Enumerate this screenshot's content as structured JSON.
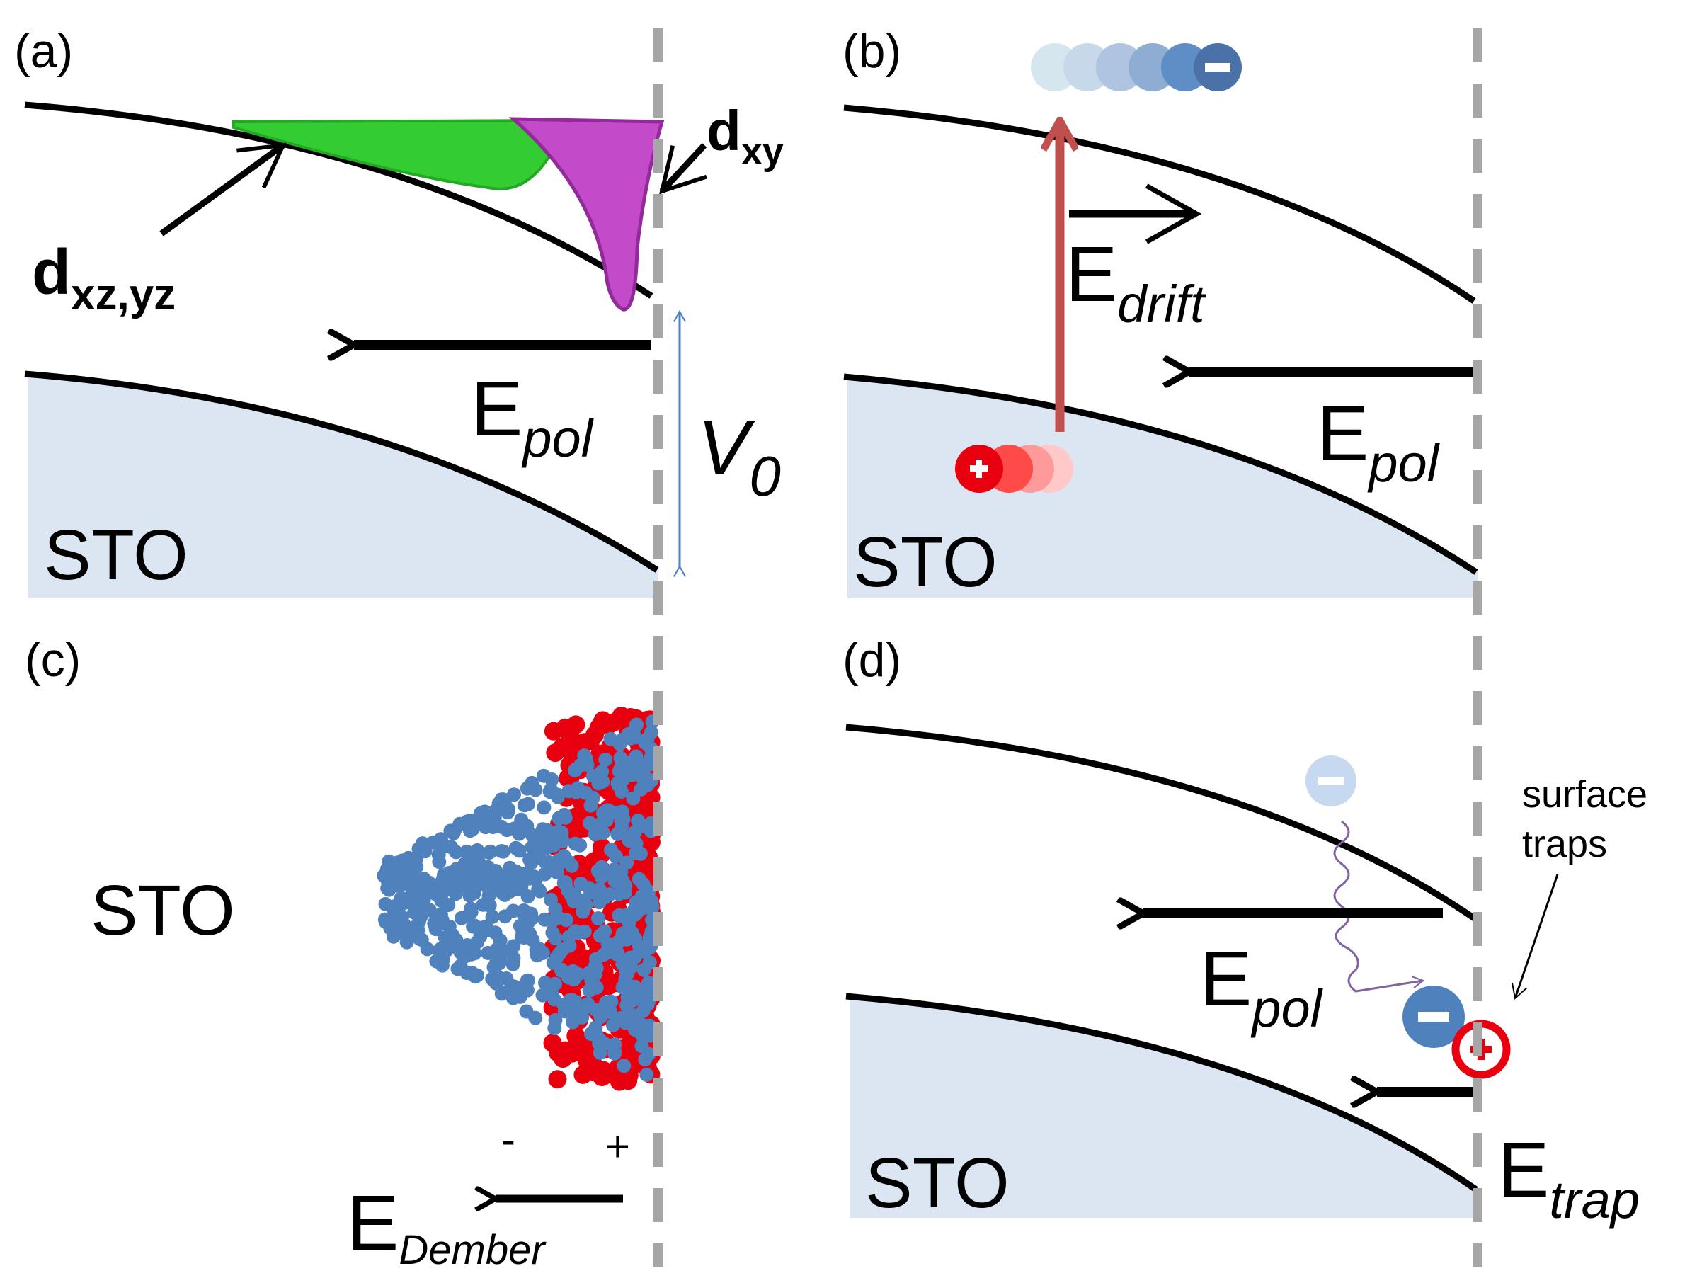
{
  "panels": {
    "a": {
      "label": "(a)",
      "material": "STO",
      "dxy_main": "d",
      "dxy_sub": "xy",
      "dxzyz_main": "d",
      "dxzyz_sub": "xz,yz",
      "field_main": "E",
      "field_sub": "pol",
      "v_main": "V",
      "v_sub": "0"
    },
    "b": {
      "label": "(b)",
      "material": "STO",
      "drift_main": "E",
      "drift_sub": "drift",
      "field_main": "E",
      "field_sub": "pol",
      "plus_sign": "+",
      "minus_sign": "−"
    },
    "c": {
      "label": "(c)",
      "material": "STO",
      "minus_sign": "-",
      "plus_sign": "+",
      "field_main": "E",
      "field_sub": "Dember"
    },
    "d": {
      "label": "(d)",
      "material": "STO",
      "field_main": "E",
      "field_sub": "pol",
      "trap_main": "E",
      "trap_sub": "trap",
      "surface_line1": "surface",
      "surface_line2": "traps",
      "plus_sign": "+",
      "minus_sign": "−"
    }
  },
  "colors": {
    "sto_fill": "#dce6f2",
    "green_band": "#33cc33",
    "magenta_band": "#c34ac8",
    "electron_blue": "#4f81bd",
    "hole_red": "#e8000f",
    "drift_arrow": "#c0504d",
    "v0_arrow": "#4f81bd",
    "dashed_line": "#a6a6a6",
    "wavy_line": "#8064a2"
  }
}
